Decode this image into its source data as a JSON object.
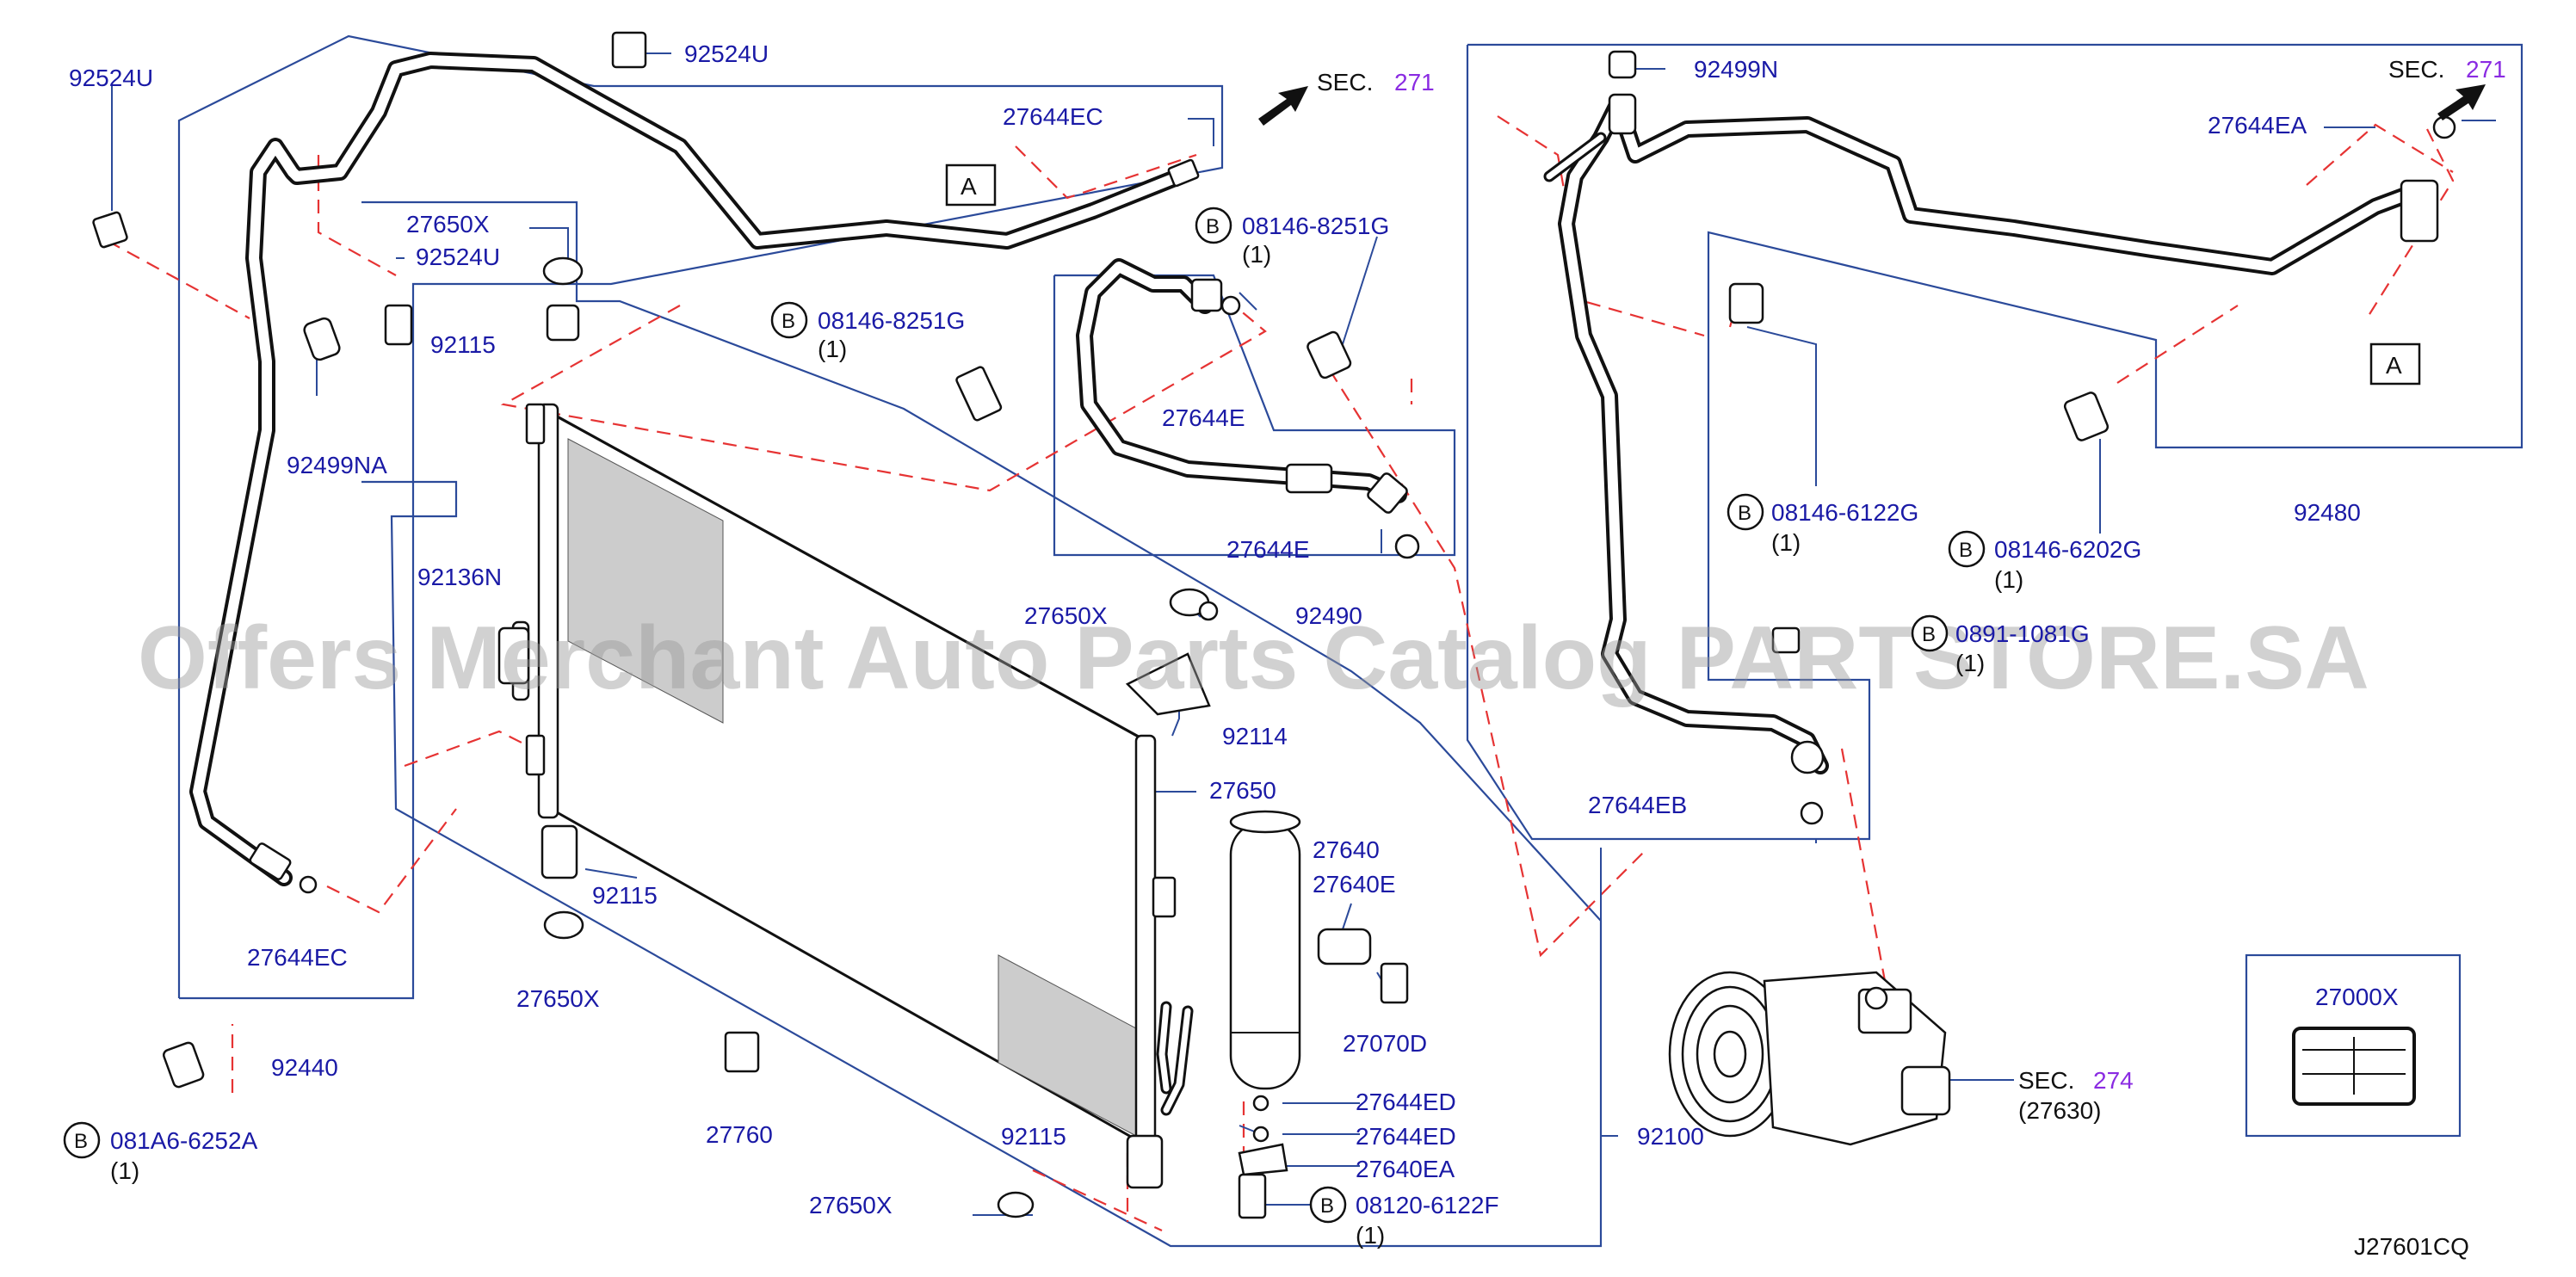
{
  "diagram": {
    "watermark": "Offers Merchant Auto Parts Catalog PARTSTORE.SA",
    "drawing_id": "J27601CQ",
    "section_refs": [
      {
        "prefix": "SEC.",
        "number": "271"
      },
      {
        "prefix": "SEC.",
        "number": "271"
      },
      {
        "prefix": "SEC.",
        "number": "274",
        "sub": "(27630)"
      }
    ],
    "callouts": {
      "A": "A",
      "B": "B"
    },
    "parts": {
      "p92524U_a": "92524U",
      "p92524U_b": "92524U",
      "p92524U_c": "92524U",
      "p27644EC_a": "27644EC",
      "p27644EC_b": "27644EC",
      "p27650X_a": "27650X",
      "p27650X_b": "27650X",
      "p27650X_c": "27650X",
      "p27650X_d": "27650X",
      "p92115_a": "92115",
      "p92115_b": "92115",
      "p92115_c": "92115",
      "p92499NA": "92499NA",
      "p92136N": "92136N",
      "p92440": "92440",
      "p081A6": "081A6-6252A",
      "p081A6_qty": "(1)",
      "p08146_8251G_a": "08146-8251G",
      "p08146_8251G_a_qty": "(1)",
      "p08146_8251G_b": "08146-8251G",
      "p08146_8251G_b_qty": "(1)",
      "p27644E_a": "27644E",
      "p27644E_b": "27644E",
      "p92490": "92490",
      "p92114": "92114",
      "p27650": "27650",
      "p27640": "27640",
      "p27640E": "27640E",
      "p27070D": "27070D",
      "p27644ED_a": "27644ED",
      "p27644ED_b": "27644ED",
      "p27640EA": "27640EA",
      "p08120": "08120-6122F",
      "p08120_qty": "(1)",
      "p27760": "27760",
      "p92100": "92100",
      "p92499N": "92499N",
      "p27644EA": "27644EA",
      "p08146_6122G": "08146-6122G",
      "p08146_6122G_qty": "(1)",
      "p08146_6202G": "08146-6202G",
      "p08146_6202G_qty": "(1)",
      "p0891": "0891-1081G",
      "p0891_qty": "(1)",
      "p92480": "92480",
      "p27644EB": "27644EB",
      "p27000X": "27000X"
    }
  }
}
